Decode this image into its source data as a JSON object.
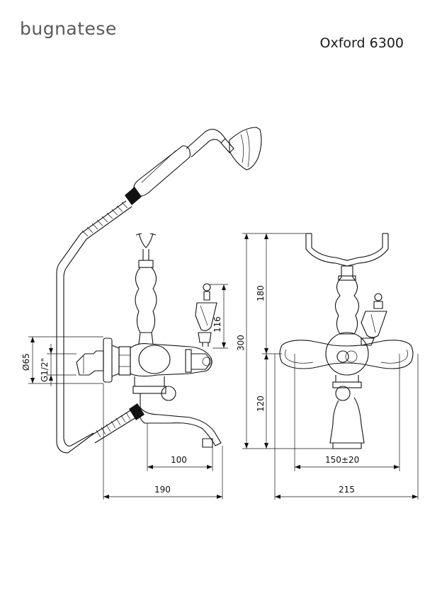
{
  "header": {
    "brand": "bugnatese",
    "model": "Oxford 6300"
  },
  "dimensions": {
    "hose_handle_height": "116",
    "top_height": "180",
    "total_height": "300",
    "bottom_height": "120",
    "spout_reach": "100",
    "side_depth": "190",
    "center_distance": "150±20",
    "front_width": "215",
    "flange_diameter": "Ø65",
    "thread_size": "G1/2\""
  }
}
